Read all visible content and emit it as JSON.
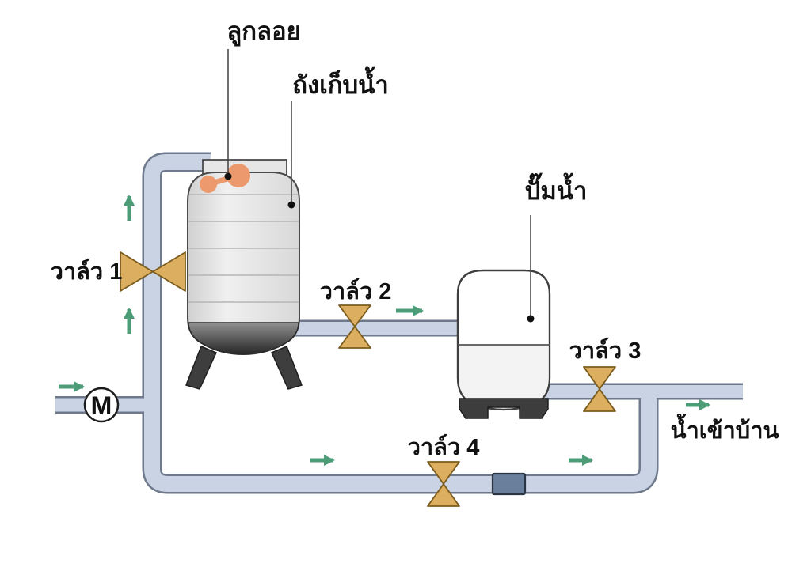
{
  "labels": {
    "float": "ลูกลอย",
    "tank": "ถังเก็บน้ำ",
    "pump": "ปั๊มน้ำ",
    "valve1": "วาล์ว 1",
    "valve2": "วาล์ว 2",
    "valve3": "วาล์ว 3",
    "valve4": "วาล์ว 4",
    "water_to_house": "น้ำเข้าบ้าน",
    "meter": "M"
  },
  "colors": {
    "pipe_fill": "#c9d3e3",
    "pipe_border": "#6e7a8c",
    "valve_fill": "#dcae5f",
    "valve_stroke": "#7a5c1e",
    "arrow": "#4d9c78",
    "float_ball": "#ec9a6d",
    "fitting_box": "#6a7f9b",
    "tank_dark": "#2c2c2c"
  }
}
